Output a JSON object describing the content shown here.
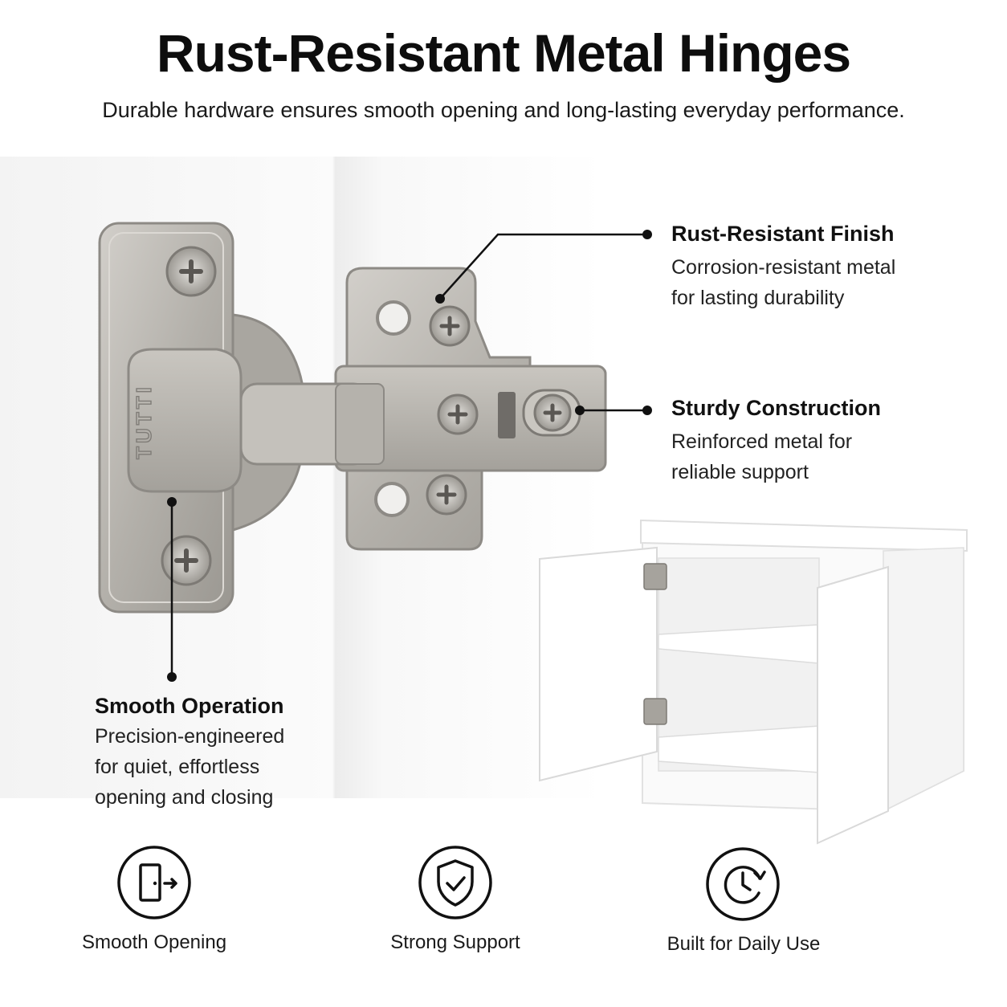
{
  "header": {
    "title": "Rust-Resistant Metal Hinges",
    "subtitle": "Durable hardware ensures smooth opening and long-lasting everyday performance."
  },
  "callouts": [
    {
      "title": "Rust-Resistant Finish",
      "lines": [
        "Corrosion-resistant metal",
        "for lasting durability"
      ]
    },
    {
      "title": "Sturdy Construction",
      "lines": [
        "Reinforced metal for",
        "reliable support"
      ]
    },
    {
      "title": "Smooth Operation",
      "lines": [
        "Precision-engineered",
        "for quiet, effortless",
        "opening and closing"
      ]
    }
  ],
  "hinge": {
    "brand_mark": "TUTTI"
  },
  "features": [
    {
      "label": "Smooth Opening",
      "icon": "door-exit-icon"
    },
    {
      "label": "Strong Support",
      "icon": "shield-check-icon"
    },
    {
      "label": "Built for Daily Use",
      "icon": "clock-refresh-icon"
    }
  ],
  "colors": {
    "metal": "#b9b6b1",
    "metal_dark": "#8e8b86",
    "text": "#111111",
    "cabinet": "#ffffff"
  }
}
